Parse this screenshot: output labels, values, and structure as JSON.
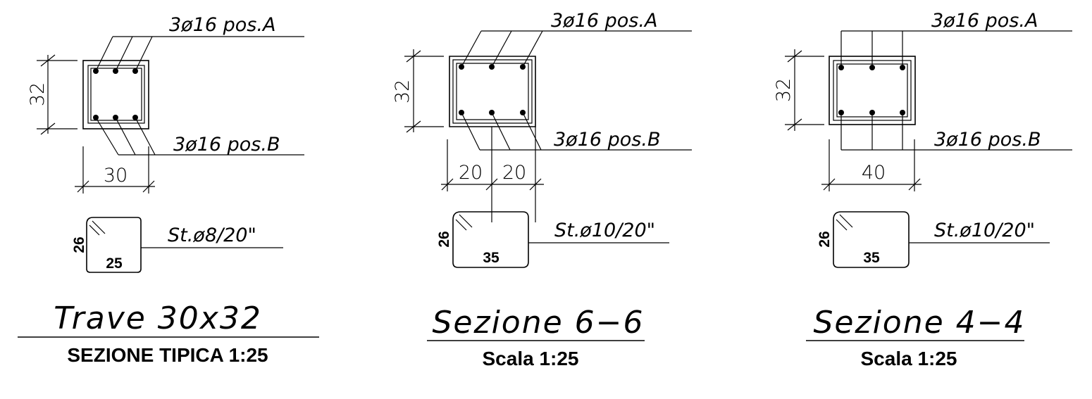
{
  "sections": [
    {
      "id": "typical",
      "top_bars": "3ø16  pos.A",
      "bottom_bars": "3ø16  pos.B",
      "height_dim": "32",
      "width_dims": [
        "30"
      ],
      "stirrup_height": "26",
      "stirrup_width": "25",
      "stirrup_label": "St.ø8/20\"",
      "title": "Trave  30x32",
      "subtitle": "SEZIONE TIPICA 1:25"
    },
    {
      "id": "sez-6-6",
      "top_bars": "3ø16  pos.A",
      "bottom_bars": "3ø16  pos.B",
      "height_dim": "32",
      "width_dims": [
        "20",
        "20"
      ],
      "stirrup_height": "26",
      "stirrup_width": "35",
      "stirrup_label": "St.ø10/20\"",
      "title": "Sezione  6−6",
      "subtitle": "Scala 1:25"
    },
    {
      "id": "sez-4-4",
      "top_bars": "3ø16  pos.A",
      "bottom_bars": "3ø16  pos.B",
      "height_dim": "32",
      "width_dims": [
        "40"
      ],
      "stirrup_height": "26",
      "stirrup_width": "35",
      "stirrup_label": "St.ø10/20\"",
      "title": "Sezione  4−4",
      "subtitle": "Scala 1:25"
    }
  ]
}
